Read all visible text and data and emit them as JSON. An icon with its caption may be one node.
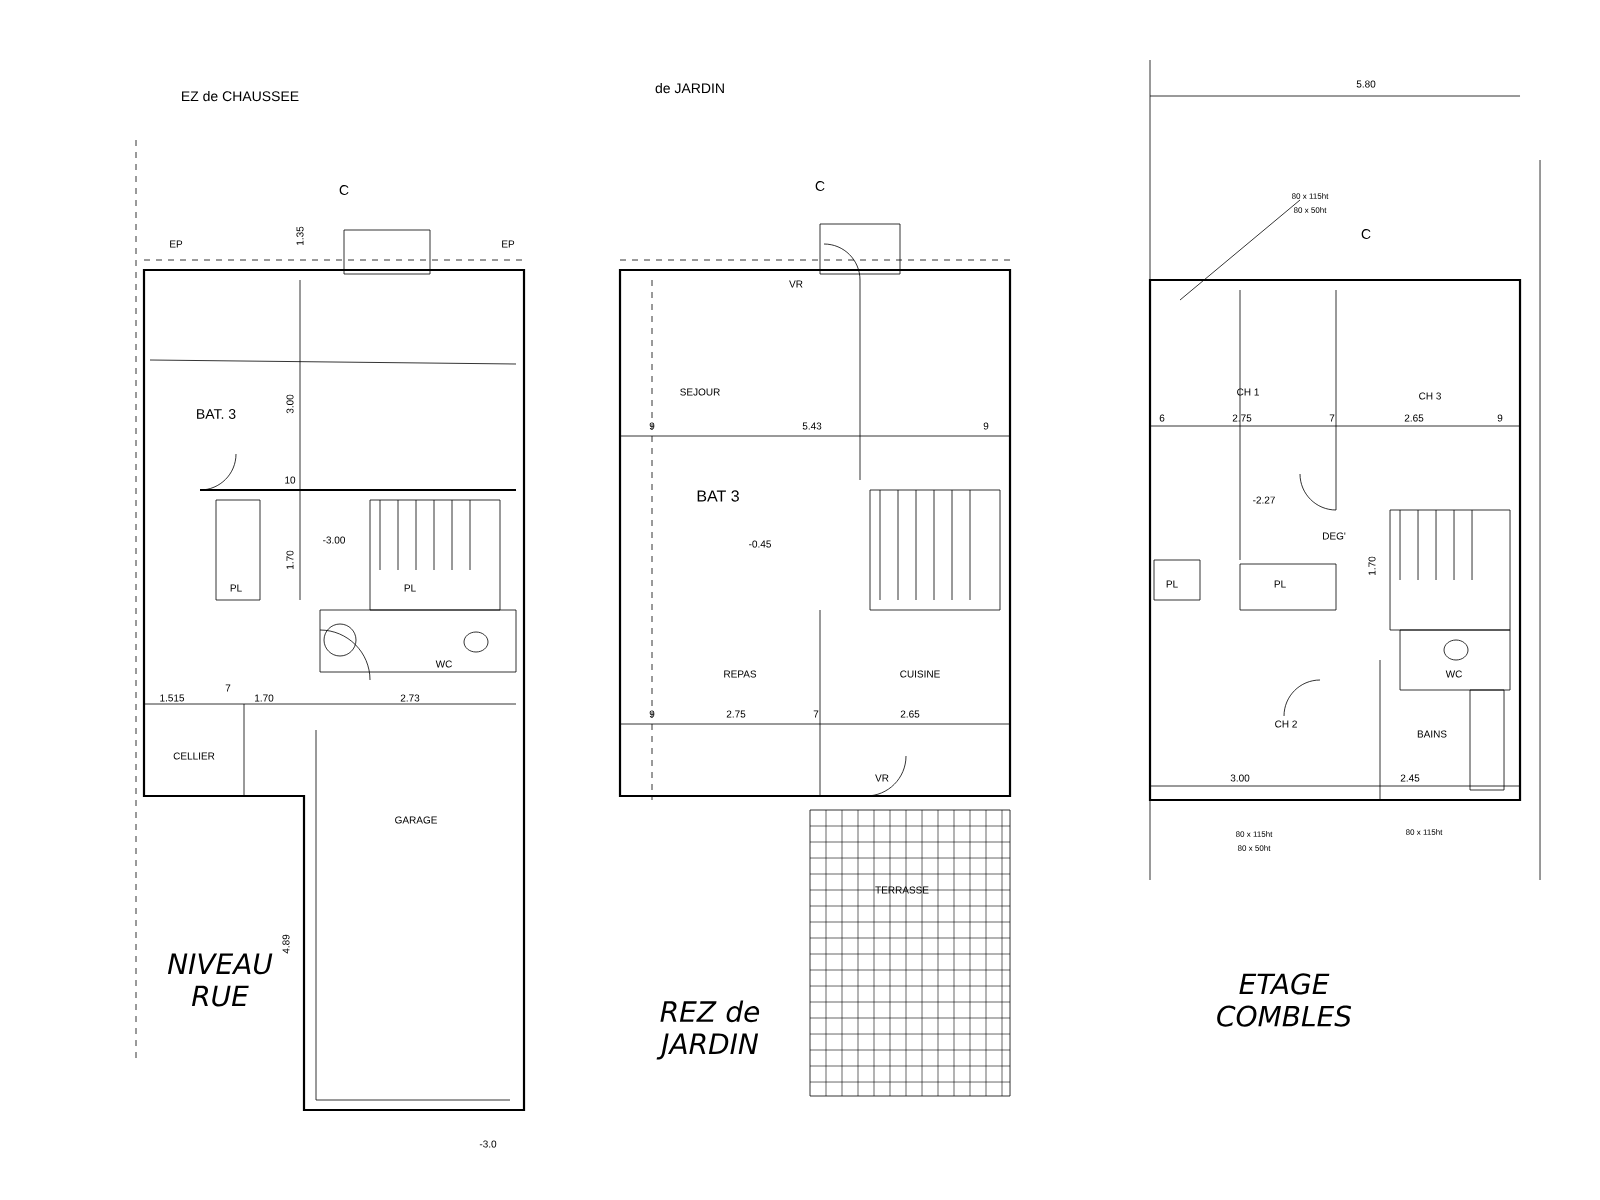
{
  "diagram": {
    "labels": [
      "EZ de CHAUSSEE",
      "C",
      "1.35",
      "EP",
      "EP",
      "BAT. 3",
      "3.00",
      "10",
      "1.70",
      "-3.00",
      "PL",
      "PL",
      "WC",
      "1.515",
      "7",
      "1.70",
      "2.73",
      "CELLIER",
      "GARAGE",
      "4.89",
      "NIVEAU RUE",
      "-3.0",
      "de JARDIN",
      "C",
      "VR",
      "SEJOUR",
      "9",
      "5.43",
      "9",
      "BAT 3",
      "-0.45",
      "REPAS",
      "9",
      "2.75",
      "7",
      "CUISINE",
      "2.65",
      "VR",
      "TERRASSE",
      "REZ de JARDIN",
      "5.80",
      "80 x 115ht",
      "80 x 50ht",
      "C",
      "CH 1",
      "6",
      "2.75",
      "7",
      "CH 3",
      "2.65",
      "9",
      "-2.27",
      "DEG'",
      "1.70",
      "PL",
      "PL",
      "WC",
      "CH 2",
      "BAINS",
      "3.00",
      "2.45",
      "80 x 115ht",
      "80 x 50ht",
      "80 x 115ht",
      "ETAGE COMBLES"
    ]
  }
}
